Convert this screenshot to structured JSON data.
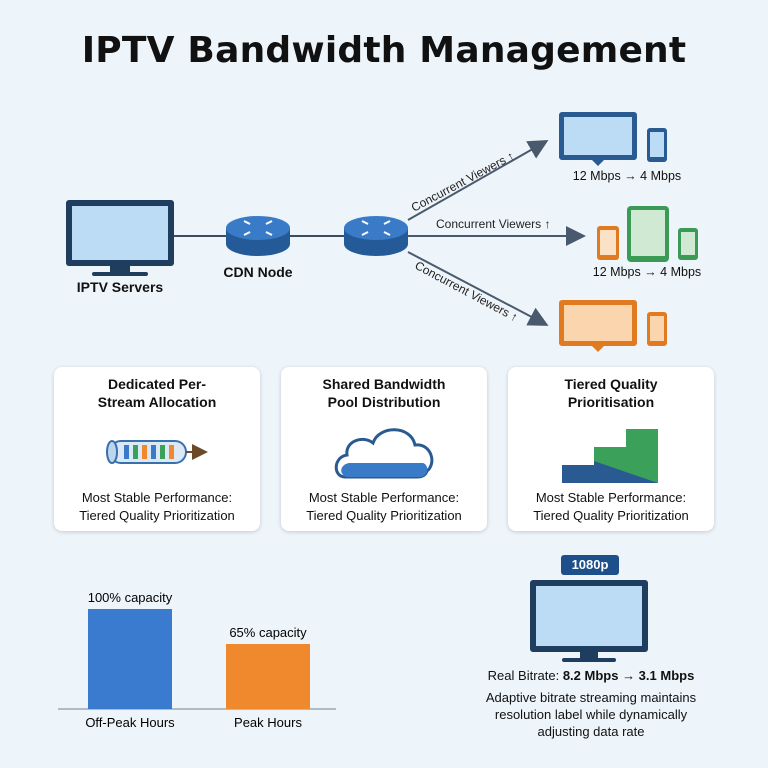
{
  "title": "IPTV Bandwidth Management",
  "network": {
    "server_label": "IPTV Servers",
    "cdn_label": "CDN Node",
    "arrow_labels": [
      "Concurrent Viewers ↑",
      "Concurrent Viewers ↑",
      "Concurrent Viewers ↑"
    ],
    "rate_top": "12 Mbps → 4 Mbps",
    "rate_mid": "12 Mbps → 4 Mbps"
  },
  "cards": [
    {
      "title_lines": [
        "Dedicated Per-",
        "Stream Allocation"
      ],
      "sub_lines": [
        "Most Stable Performance:",
        "Tiered Quality Prioritization"
      ]
    },
    {
      "title_lines": [
        "Shared Bandwidth",
        "Pool Distribution"
      ],
      "sub_lines": [
        "Most Stable Performance:",
        "Tiered Quality Prioritization"
      ]
    },
    {
      "title_lines": [
        "Tiered Quality",
        "Prioritisation"
      ],
      "sub_lines": [
        "Most Stable Performance:",
        "Tiered Quality Prioritization"
      ]
    }
  ],
  "chart_data": {
    "type": "bar",
    "categories": [
      "Off-Peak Hours",
      "Peak Hours"
    ],
    "values": [
      100,
      65
    ],
    "data_labels": [
      "100% capacity",
      "65% capacity"
    ],
    "colors": [
      "#3b7bcf",
      "#f0892e"
    ],
    "ylim": [
      0,
      100
    ]
  },
  "display": {
    "badge": "1080p",
    "bitrate_prefix": "Real Bitrate: ",
    "bitrate_value": "8.2 Mbps → 3.1 Mbps",
    "desc_lines": [
      "Adaptive bitrate streaming maintains",
      "resolution label while dynamically",
      "adjusting data rate"
    ]
  },
  "colors": {
    "router_blue": "#2f6db5",
    "screen_blue": "#bcdcf5",
    "green": "#3aa05a",
    "orange": "#f0892e"
  }
}
